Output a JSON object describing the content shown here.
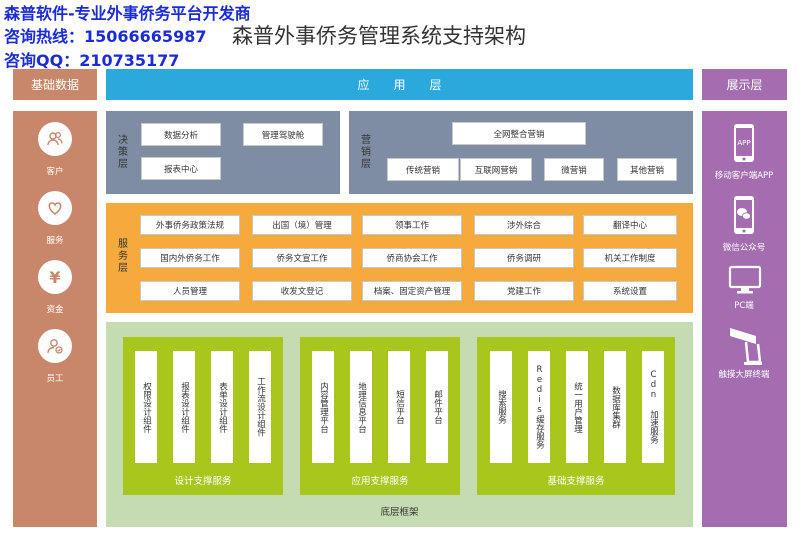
{
  "ad": {
    "line1": "森普软件-专业外事侨务平台开发商",
    "line2": "咨询热线：15066665987",
    "line3": "咨询QQ：210735177"
  },
  "title": "森普外事侨务管理系统支持架构",
  "headers": {
    "left": "基础数据",
    "center": "应　　用　　层",
    "right": "展示层"
  },
  "basic": [
    {
      "label": "客户",
      "icon": "people-icon"
    },
    {
      "label": "服务",
      "icon": "heart-icon"
    },
    {
      "label": "资金",
      "icon": "yen-icon"
    },
    {
      "label": "员工",
      "icon": "person-icon"
    }
  ],
  "decision": {
    "label": "决策层",
    "items": [
      "数据分析",
      "管理驾驶舱",
      "报表中心"
    ]
  },
  "marketing": {
    "label": "营销层",
    "top": "全网整合营销",
    "items": [
      "传统营销",
      "互联网营销",
      "微营销",
      "其他营销"
    ]
  },
  "service": {
    "label": "服务层",
    "rows": [
      [
        "外事侨务政策法规",
        "出国（境）管理",
        "领事工作",
        "涉外综合",
        "翻译中心"
      ],
      [
        "国内外侨务工作",
        "侨务文宣工作",
        "侨商协会工作",
        "侨务调研",
        "机关工作制度"
      ],
      [
        "人员管理",
        "收发文登记",
        "档案、固定资产管理",
        "党建工作",
        "系统设置"
      ]
    ]
  },
  "bottom": {
    "label": "底层框架",
    "groups": [
      {
        "label": "设计支撑服务",
        "items": [
          "权限设计组件",
          "报表设计组件",
          "表单设计组件",
          "工作流设计组件"
        ]
      },
      {
        "label": "应用支撑服务",
        "items": [
          "内容管理平台",
          "地理信息平台",
          "短信平台",
          "邮件平台"
        ]
      },
      {
        "label": "基础支撑服务",
        "items": [
          "搜索服务",
          "Redis缓存服务",
          "统一用户管理",
          "数据库集群",
          "Cdn 加速服务"
        ]
      }
    ]
  },
  "display": [
    {
      "label": "移动客户端APP",
      "icon": "phone-app-icon",
      "icon_text": "APP"
    },
    {
      "label": "微信公众号",
      "icon": "wechat-icon"
    },
    {
      "label": "PC端",
      "icon": "monitor-icon"
    },
    {
      "label": "触摸大屏终端",
      "icon": "touch-kiosk-icon"
    }
  ],
  "colors": {
    "basic": "#c8876b",
    "app_header": "#2ba9dc",
    "display": "#a46db0",
    "decision": "#7e8da3",
    "service": "#f6aa3c",
    "bottom_bg": "#c5dcb3",
    "bottom_group": "#a8c61b"
  }
}
